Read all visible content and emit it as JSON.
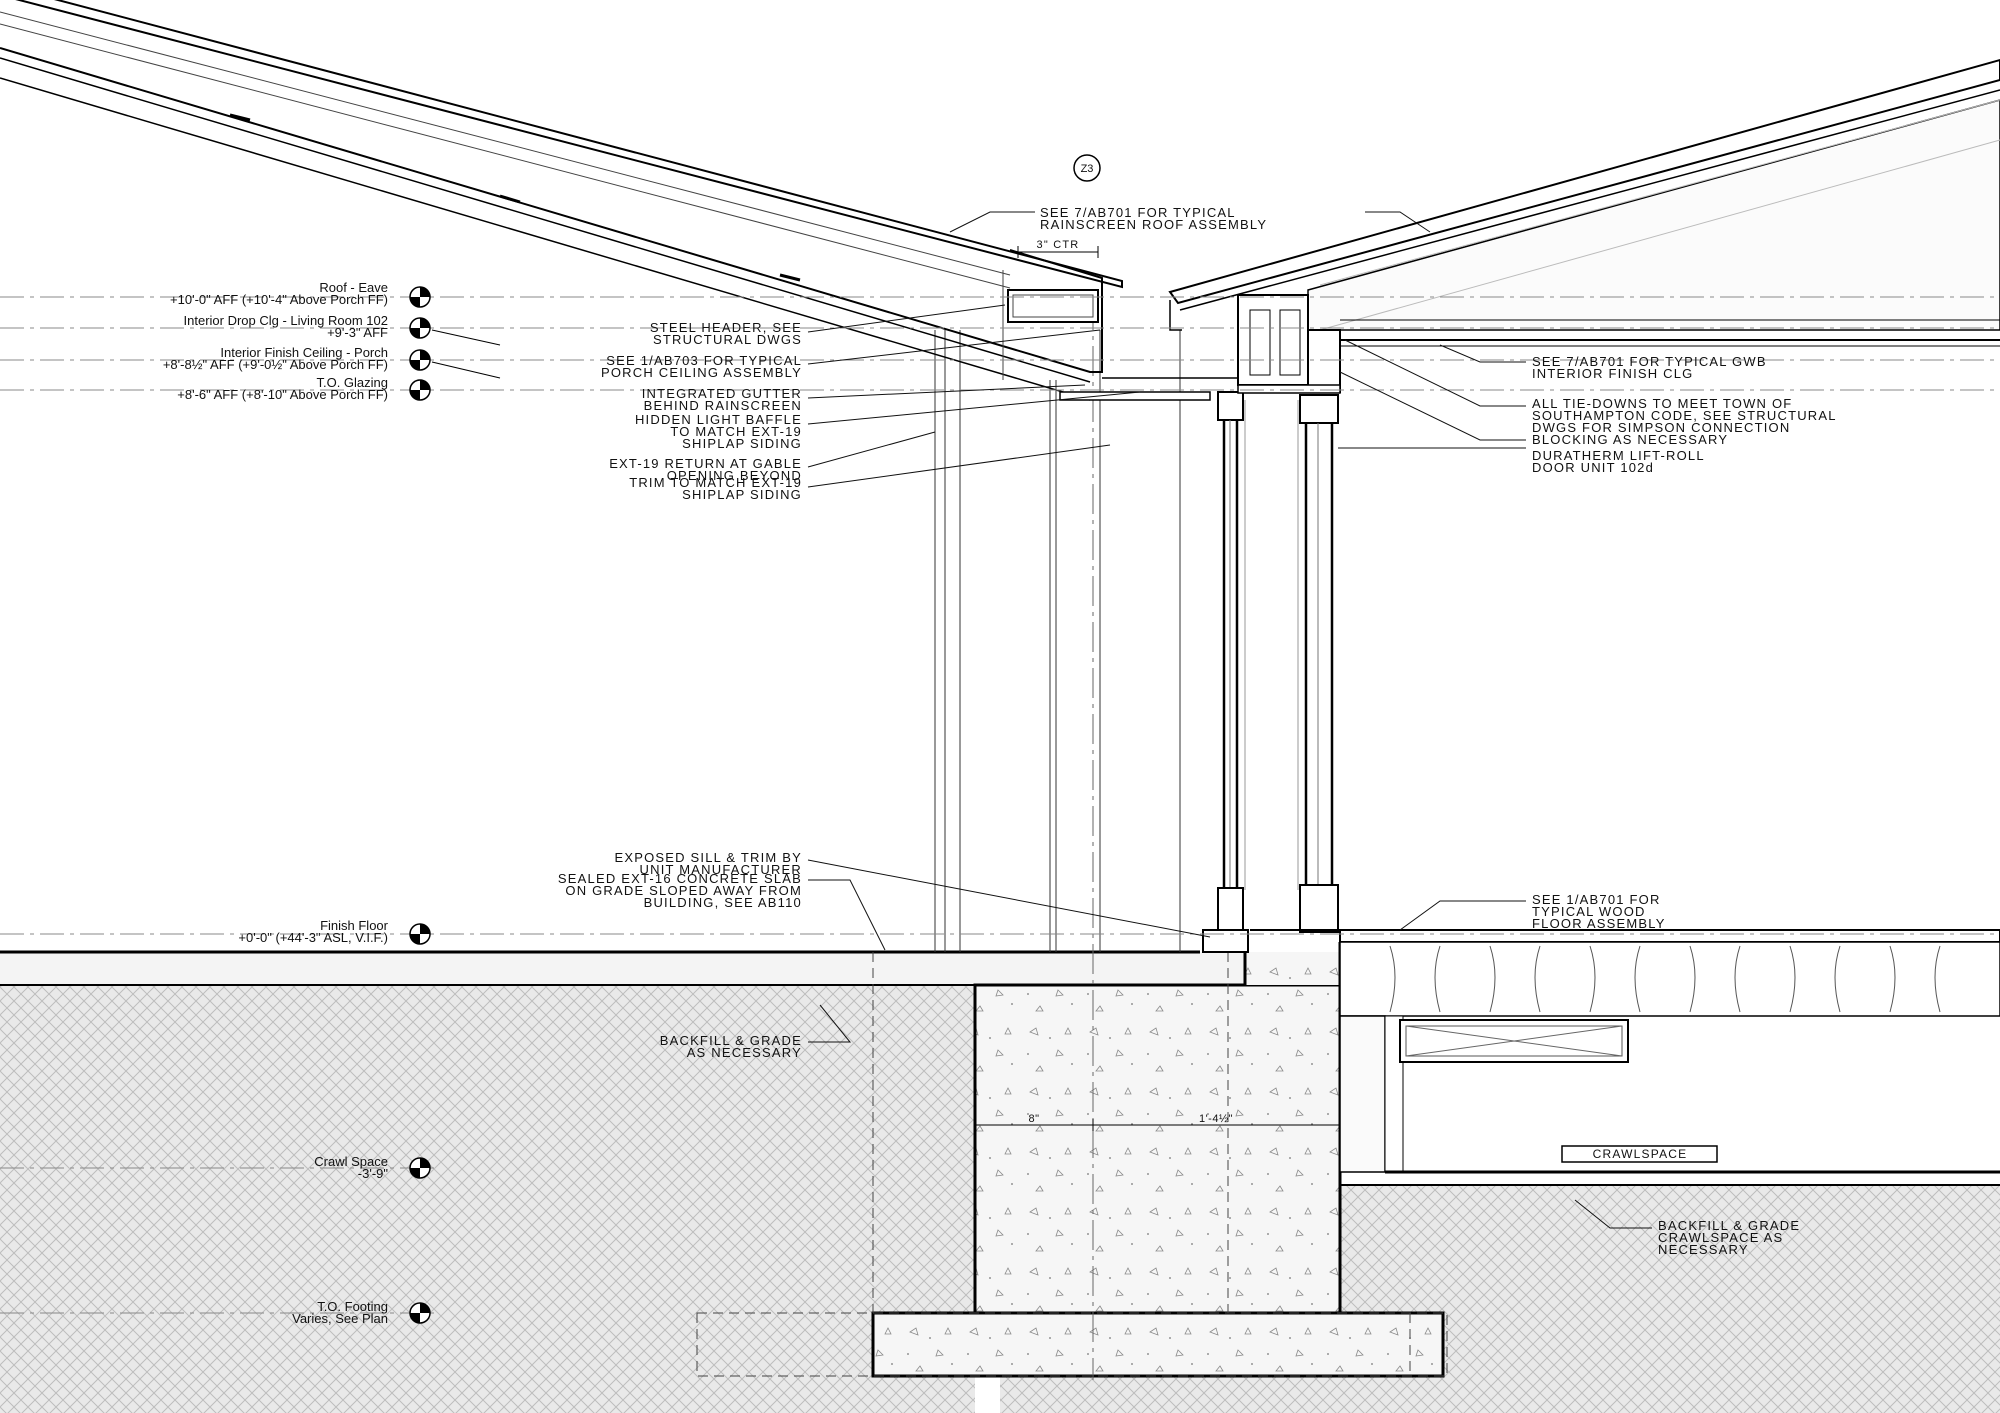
{
  "section_tag": "Z3",
  "dimensions": {
    "slope": "3\" CTR",
    "wall_8": "8\"",
    "wall_1_4": "1'-4½\""
  },
  "levels": [
    {
      "name": "Roof - Eave",
      "value": "+10'-0\" AFF (+10'-4\" Above Porch FF)"
    },
    {
      "name": "Interior Drop Clg - Living Room 102",
      "value": "+9'-3\" AFF"
    },
    {
      "name": "Interior Finish Ceiling - Porch",
      "value": "+8'-8½\" AFF (+9'-0½\" Above Porch FF)"
    },
    {
      "name": "T.O. Glazing",
      "value": "+8'-6\" AFF (+8'-10\" Above Porch FF)"
    },
    {
      "name": "Finish Floor",
      "value": "+0'-0\" (+44'-3\" ASL, V.I.F.)"
    },
    {
      "name": "Crawl Space",
      "value": "-3'-9\""
    },
    {
      "name": "T.O. Footing",
      "value": "Varies, See Plan"
    }
  ],
  "notes_top": [
    "SEE 7/AB701 FOR TYPICAL",
    "RAINSCREEN ROOF ASSEMBLY"
  ],
  "notes_left": [
    [
      "STEEL HEADER, SEE",
      "STRUCTURAL DWGS"
    ],
    [
      "SEE 1/AB703 FOR TYPICAL",
      "PORCH CEILING ASSEMBLY"
    ],
    [
      "INTEGRATED GUTTER",
      "BEHIND RAINSCREEN"
    ],
    [
      "HIDDEN LIGHT BAFFLE",
      "TO MATCH EXT-19",
      "SHIPLAP SIDING"
    ],
    [
      "EXT-19 RETURN AT GABLE",
      "OPENING BEYOND"
    ],
    [
      "TRIM TO MATCH EXT-19",
      "SHIPLAP SIDING"
    ],
    [
      "EXPOSED SILL & TRIM BY",
      "UNIT MANUFACTURER"
    ],
    [
      "SEALED EXT-16 CONCRETE SLAB",
      "ON GRADE SLOPED AWAY FROM",
      "BUILDING, SEE AB110"
    ],
    [
      "BACKFILL & GRADE",
      "AS NECESSARY"
    ]
  ],
  "notes_right": [
    [
      "SEE 7/AB701 FOR TYPICAL GWB",
      "INTERIOR FINISH CLG"
    ],
    [
      "ALL TIE-DOWNS TO MEET TOWN OF",
      "SOUTHAMPTON CODE, SEE STRUCTURAL",
      "DWGS FOR SIMPSON CONNECTION"
    ],
    [
      "BLOCKING AS NECESSARY"
    ],
    [
      "DURATHERM LIFT-ROLL",
      "DOOR UNIT 102d"
    ],
    [
      "SEE 1/AB701 FOR",
      "TYPICAL WOOD",
      "FLOOR ASSEMBLY"
    ],
    [
      "BACKFILL & GRADE",
      "CRAWLSPACE AS",
      "NECESSARY"
    ]
  ],
  "room_tag": "CRAWLSPACE"
}
